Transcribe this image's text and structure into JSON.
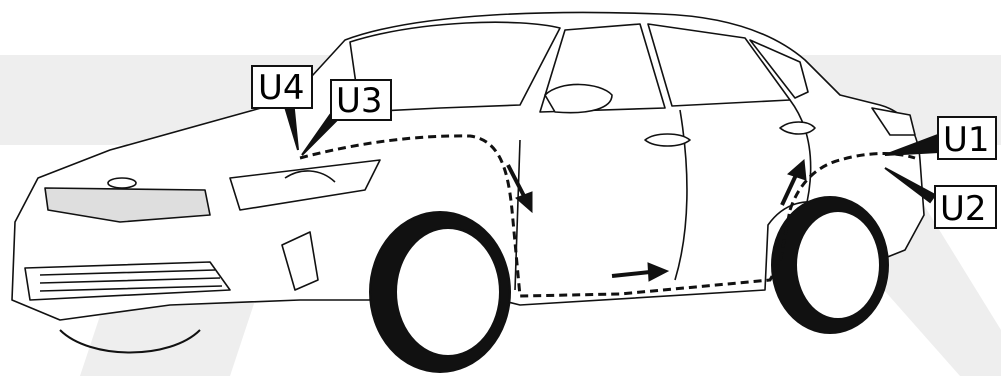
{
  "diagram": {
    "callouts": [
      {
        "id": "U1",
        "label": "U1"
      },
      {
        "id": "U2",
        "label": "U2"
      },
      {
        "id": "U3",
        "label": "U3"
      },
      {
        "id": "U4",
        "label": "U4"
      }
    ],
    "colors": {
      "line": "#111111",
      "background_shape": "#eeeeee",
      "car_fill": "#ffffff",
      "grille_fill": "#dedede"
    }
  }
}
